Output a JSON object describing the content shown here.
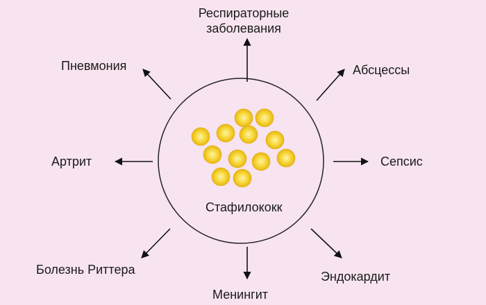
{
  "center": {
    "label": "Стафилококк"
  },
  "diseases": [
    {
      "id": "respiratory",
      "label": "Респираторные заболевания",
      "lines": [
        "Респираторные",
        "заболевания"
      ]
    },
    {
      "id": "abscess",
      "label": "Абсцессы"
    },
    {
      "id": "sepsis",
      "label": "Сепсис"
    },
    {
      "id": "endocarditis",
      "label": "Эндокардит"
    },
    {
      "id": "meningitis",
      "label": "Менингит"
    },
    {
      "id": "ritter",
      "label": "Болезнь Риттера"
    },
    {
      "id": "arthritis",
      "label": "Артрит"
    },
    {
      "id": "pneumonia",
      "label": "Пневмония"
    }
  ],
  "colors": {
    "background": "#f7e4f0",
    "circle_stroke": "#222222",
    "arrow": "#111111",
    "coccus_fill": "#f6d12e",
    "coccus_highlight": "#fdf3a8",
    "coccus_edge": "#e0a90f"
  }
}
